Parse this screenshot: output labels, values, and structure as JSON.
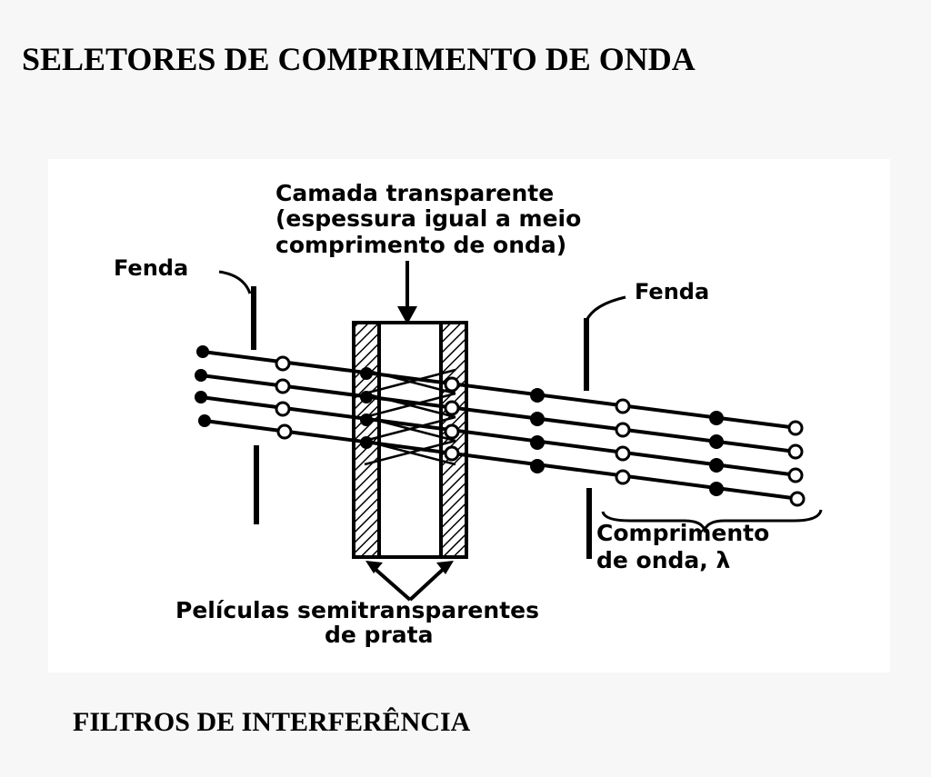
{
  "slide": {
    "title": "SELETORES DE COMPRIMENTO DE ONDA",
    "caption": "FILTROS DE INTERFERÊNCIA"
  },
  "diagram": {
    "label_layer_line1": "Camada transparente",
    "label_layer_line2": "(espessura igual a meio",
    "label_layer_line3": "comprimento de onda)",
    "label_slit_left": "Fenda",
    "label_slit_right": "Fenda",
    "label_wavelength_line1": "Comprimento",
    "label_wavelength_line2": "de onda, λ",
    "label_films_line1": "Películas semitransparentes",
    "label_films_line2": "de prata"
  }
}
